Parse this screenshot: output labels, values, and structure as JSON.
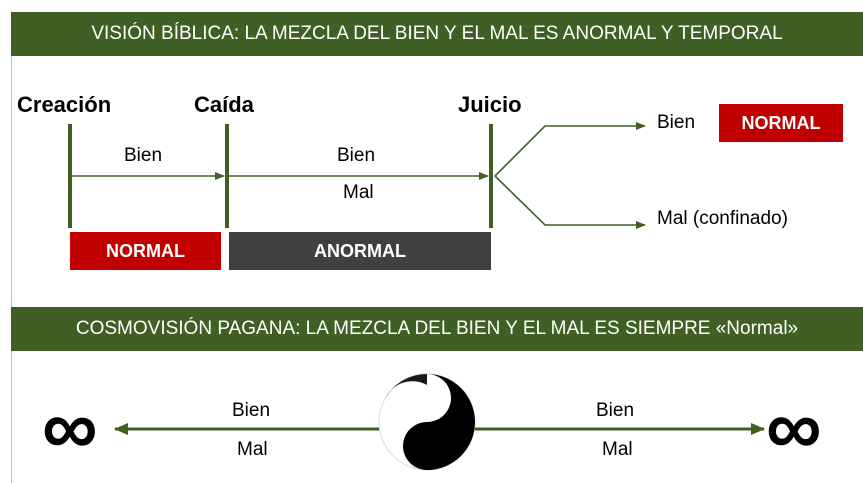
{
  "biblical": {
    "title": "VISIÓN BÍBLICA: LA MEZCLA DEL BIEN Y EL MAL ES ANORMAL Y TEMPORAL",
    "creation": "Creación",
    "fall": "Caída",
    "judgment": "Juicio",
    "good_1": "Bien",
    "good_2": "Bien",
    "evil_2": "Mal",
    "branch_good": "Bien",
    "branch_good_badge": "NORMAL",
    "branch_evil": "Mal (confinado)",
    "normal_badge": "NORMAL",
    "abnormal_badge": "ANORMAL"
  },
  "pagan": {
    "title": "COSMOVISIÓN PAGANA: LA MEZCLA DEL BIEN Y EL MAL ES SIEMPRE «Normal»",
    "left_good": "Bien",
    "left_evil": "Mal",
    "right_good": "Bien",
    "right_evil": "Mal",
    "left_symbol": "∞",
    "right_symbol": "∞"
  },
  "colors": {
    "band_green": "#3f5f25",
    "line_green": "#3f5f25",
    "badge_red": "#c00000",
    "badge_dark": "#404040"
  }
}
